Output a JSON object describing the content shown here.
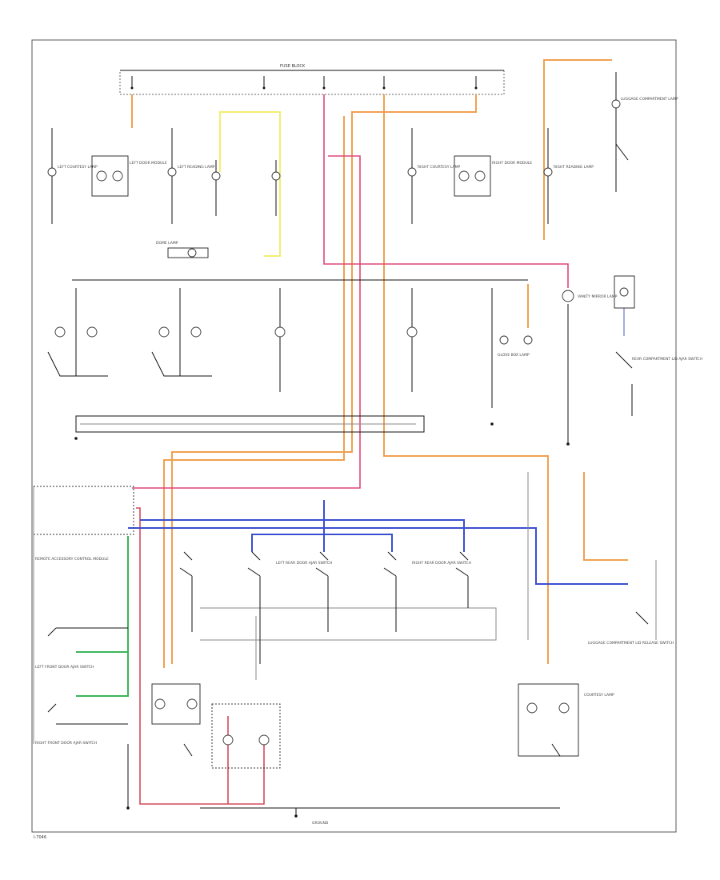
{
  "footer_code": "I-7046",
  "colors": {
    "orange": "#f0a050",
    "pink": "#e0457a",
    "yellow": "#f2ee70",
    "blue": "#3a4fd0",
    "green": "#3bb55a",
    "black": "#111111"
  },
  "fuse_block_label": "FUSE BLOCK",
  "ground_label": "GROUND",
  "component_labels": [
    "LEFT COURTESY LAMP",
    "LEFT DOOR MODULE",
    "LEFT READING LAMP",
    "RIGHT COURTESY LAMP",
    "RIGHT DOOR MODULE",
    "RIGHT READING LAMP",
    "LUGGAGE COMPARTMENT LAMP",
    "GLOVE BOX LAMP",
    "DOME LAMP",
    "VANITY MIRROR LAMP",
    "REMOTE ACCESSORY CONTROL MODULE",
    "LEFT FRONT DOOR AJAR SWITCH",
    "RIGHT FRONT DOOR AJAR SWITCH",
    "LEFT REAR DOOR AJAR SWITCH",
    "RIGHT REAR DOOR AJAR SWITCH",
    "LUGGAGE COMPARTMENT LID RELEASE SWITCH",
    "REAR COMPARTMENT LID AJAR SWITCH",
    "COURTESY LAMP"
  ]
}
